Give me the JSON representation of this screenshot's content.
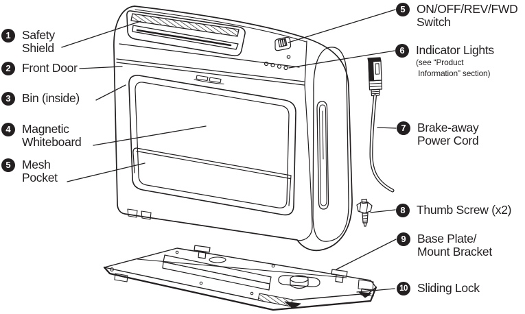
{
  "colors": {
    "ink": "#231f20",
    "background": "#ffffff"
  },
  "callouts": {
    "left": [
      {
        "num": "1",
        "lines": [
          "Safety",
          "Shield"
        ]
      },
      {
        "num": "2",
        "lines": [
          "Front Door"
        ]
      },
      {
        "num": "3",
        "lines": [
          "Bin (inside)"
        ]
      },
      {
        "num": "4",
        "lines": [
          "Magnetic",
          "Whiteboard"
        ]
      },
      {
        "num": "5",
        "lines": [
          "Mesh",
          "Pocket"
        ]
      }
    ],
    "right": [
      {
        "num": "5",
        "lines": [
          "ON/OFF/REV/FWD",
          "Switch"
        ]
      },
      {
        "num": "6",
        "lines": [
          "Indicator Lights"
        ],
        "note_lines": [
          "(see “Product",
          " Information” section)"
        ]
      },
      {
        "num": "7",
        "lines": [
          "Brake-away",
          "Power Cord"
        ]
      },
      {
        "num": "8",
        "lines": [
          "Thumb Screw (x2)"
        ]
      },
      {
        "num": "9",
        "lines": [
          "Base Plate/",
          "Mount Bracket"
        ]
      },
      {
        "num": "10",
        "lines": [
          "Sliding Lock"
        ]
      }
    ]
  }
}
